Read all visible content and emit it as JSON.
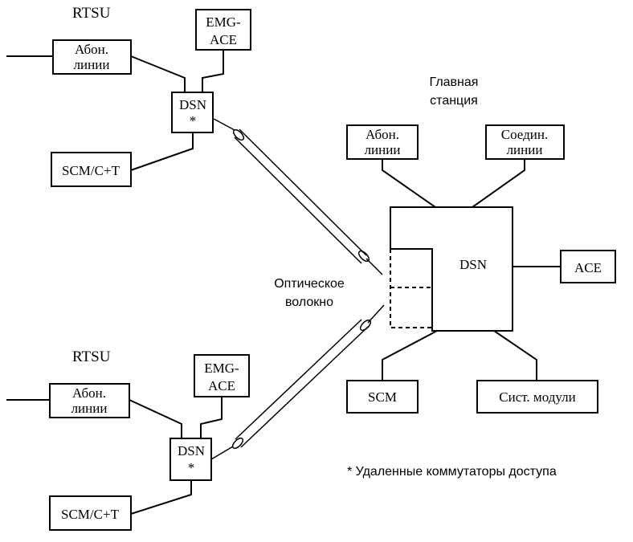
{
  "top_rtsu": {
    "title": "RTSU",
    "abon": [
      "Абон.",
      "линии"
    ],
    "emg": [
      "EMG-",
      "ACE"
    ],
    "dsn": "DSN",
    "star": "*",
    "scm": "SCM/C+T"
  },
  "bottom_rtsu": {
    "title": "RTSU",
    "abon": [
      "Абон.",
      "линии"
    ],
    "emg": [
      "EMG-",
      "ACE"
    ],
    "dsn": "DSN",
    "star": "*",
    "scm": "SCM/C+T"
  },
  "main": {
    "title": [
      "Главная",
      "станция"
    ],
    "abon": [
      "Абон.",
      "линии"
    ],
    "soed": [
      "Соедин.",
      "линии"
    ],
    "dsn": "DSN",
    "ace": "ACE",
    "scm": "SCM",
    "sist": "Сист. модули"
  },
  "fiber_label": [
    "Оптическое",
    "волокно"
  ],
  "footnote": "* Удаленные коммутаторы доступа"
}
